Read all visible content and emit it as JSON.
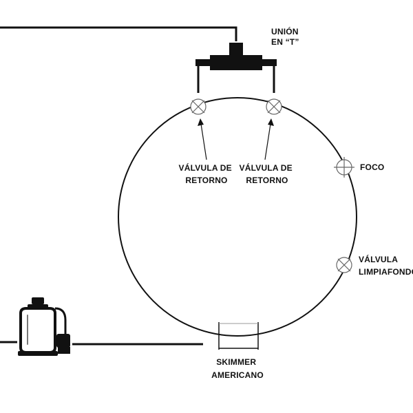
{
  "labels": {
    "union_t": {
      "line1": "UNIÓN",
      "line2": "EN “T”"
    },
    "return_valve_left": {
      "line1": "VÁLVULA DE",
      "line2": "RETORNO"
    },
    "return_valve_right": {
      "line1": "VÁLVULA DE",
      "line2": "RETORNO"
    },
    "light": "FOCO",
    "vacuum_valve": {
      "line1": "VÁLVULA",
      "line2": "LIMPIAFONDO"
    },
    "skimmer": {
      "line1": "SKIMMER",
      "line2": "AMERICANO"
    }
  },
  "icons": {
    "filter": "sand-filter-pump-icon",
    "tee": "tee-union-icon",
    "valve": "crossed-circle-valve-icon"
  }
}
